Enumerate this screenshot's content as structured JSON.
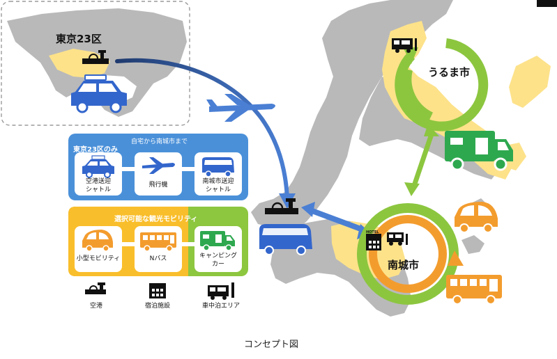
{
  "inset": {
    "region_label": "東京23区"
  },
  "route_panel": {
    "title": "自宅から南城市まで",
    "note": "東京23区のみ",
    "steps": [
      {
        "label_line1": "空港送迎",
        "label_line2": "シャトル"
      },
      {
        "label_line1": "飛行機",
        "label_line2": ""
      },
      {
        "label_line1": "南城市送迎",
        "label_line2": "シャトル"
      }
    ]
  },
  "mobility_panel": {
    "title": "選択可能な観光モビリティ",
    "options": [
      {
        "label_line1": "小型モビリティ",
        "label_line2": ""
      },
      {
        "label_line1": "Nバス",
        "label_line2": ""
      },
      {
        "label_line1": "キャンピング",
        "label_line2": "カー"
      }
    ]
  },
  "legend": [
    {
      "label": "空港",
      "icon": "airport-icon"
    },
    {
      "label": "宿泊施設",
      "icon": "hotel-icon"
    },
    {
      "label": "車中泊エリア",
      "icon": "camper-area-icon"
    }
  ],
  "map_labels": {
    "uruma": "うるま市",
    "nanjo": "南城市",
    "hotel_sign": "HOTEL"
  },
  "caption": "コンセプト図",
  "colors": {
    "map_gray": "#b9b9b9",
    "region_yellow": "#fde28a",
    "cycle_green": "#8cc63f",
    "cycle_orange": "#f39c2e",
    "route_blue": "#4a7fd4",
    "panel_blue": "#4a90d9",
    "panel_green": "#8dc63f",
    "panel_yellow": "#f9be2b",
    "vehicle_blue": "#3366cc",
    "vehicle_green": "#2ea84f",
    "vehicle_orange": "#f39c2e"
  }
}
